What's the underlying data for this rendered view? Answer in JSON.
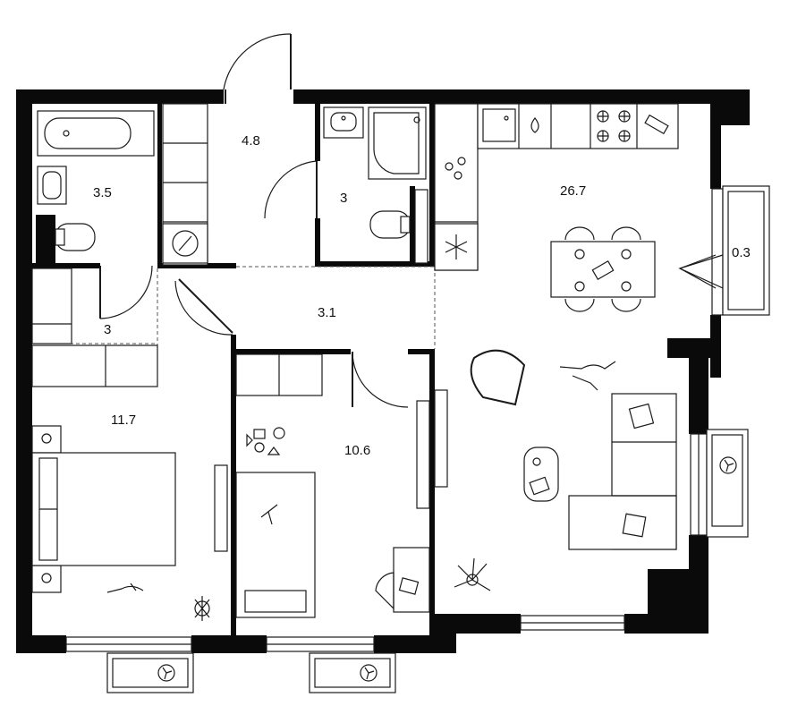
{
  "plan": {
    "rooms": [
      {
        "id": "bathroom",
        "area": "3.5"
      },
      {
        "id": "hallway-entry",
        "area": "4.8"
      },
      {
        "id": "toilet-shower",
        "area": "3"
      },
      {
        "id": "living-kitchen",
        "area": "26.7"
      },
      {
        "id": "balcony",
        "area": "0.3"
      },
      {
        "id": "wardrobe",
        "area": "3"
      },
      {
        "id": "corridor",
        "area": "3.1"
      },
      {
        "id": "bedroom",
        "area": "11.7"
      },
      {
        "id": "kids-room",
        "area": "10.6"
      }
    ],
    "colors": {
      "wall": "#0a0a0a",
      "line": "#1a1a1a",
      "background": "#ffffff"
    },
    "icons": [
      "bathtub-icon",
      "sink-icon",
      "toilet-icon",
      "shower-icon",
      "washer-icon",
      "fridge-icon",
      "stove-icon",
      "dining-table-icon",
      "armchair-icon",
      "sofa-icon",
      "bed-icon",
      "crib-icon",
      "desk-icon",
      "plant-icon",
      "cat-icon",
      "mouse-icon",
      "radiator-fan-icon",
      "coffee-table-icon"
    ]
  }
}
